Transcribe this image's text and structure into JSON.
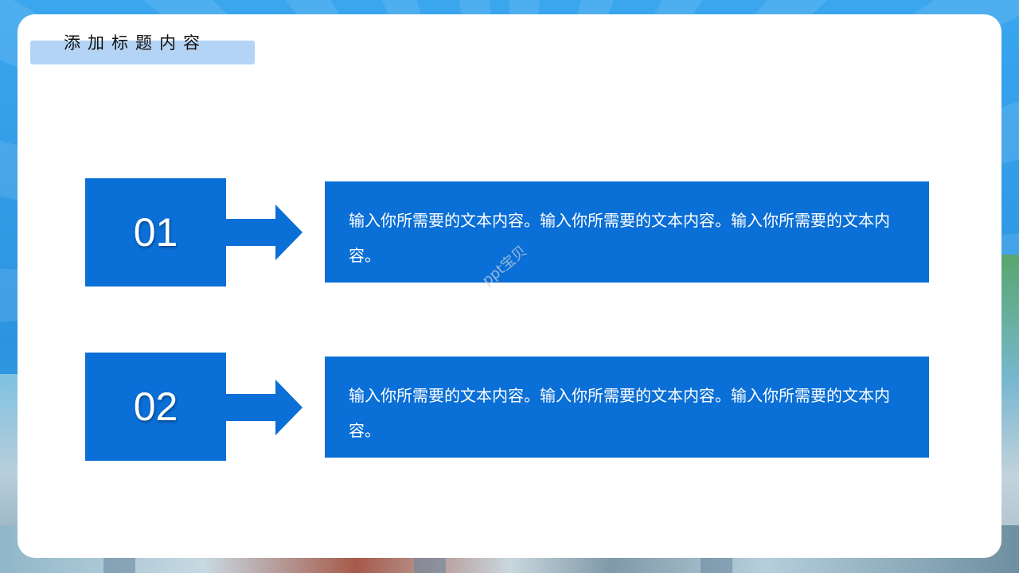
{
  "title": "添加标题内容",
  "watermark": "ppt宝贝",
  "items": [
    {
      "number": "01",
      "text": "输入你所需要的文本内容。输入你所需要的文本内容。输入你所需要的文本内容。"
    },
    {
      "number": "02",
      "text": "输入你所需要的文本内容。输入你所需要的文本内容。输入你所需要的文本内容。"
    }
  ],
  "colors": {
    "accent": "#0a6fd6",
    "title_bar": "#b3d4f5",
    "background": "#2f9be6"
  }
}
